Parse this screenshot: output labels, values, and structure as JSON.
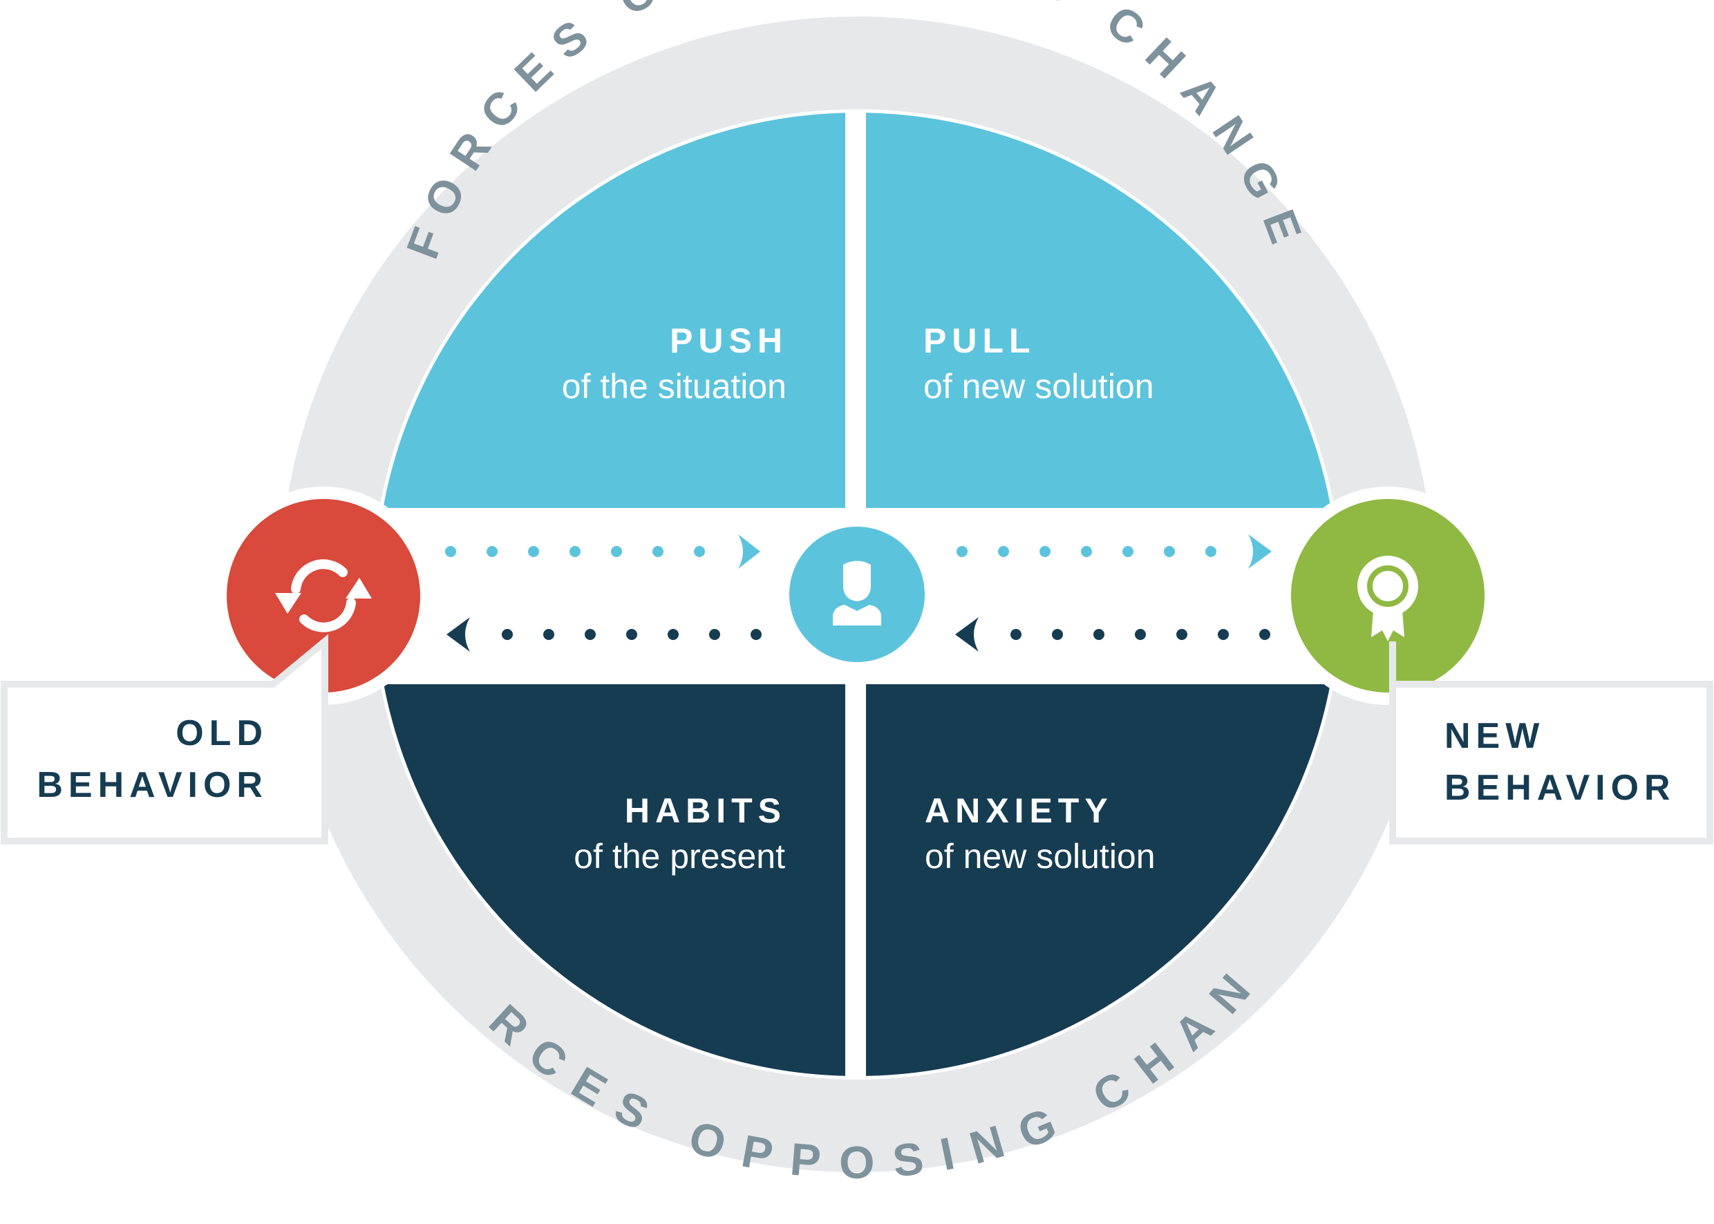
{
  "colors": {
    "outer_ring": "#e7e8ea",
    "compelling": "#5cc3dc",
    "opposing": "#163c52",
    "old_behavior": "#d9493c",
    "new_behavior": "#8fb942",
    "ring_text": "#7e929c",
    "white": "#ffffff"
  },
  "ring": {
    "top_label": "FORCES COMPELLING CHANGE",
    "bottom_label": "FORCES OPPOSING CHANGE"
  },
  "quadrants": {
    "push": {
      "title": "PUSH",
      "subtitle": "of the situation"
    },
    "pull": {
      "title": "PULL",
      "subtitle": "of new solution"
    },
    "habits": {
      "title": "HABITS",
      "subtitle": "of the present"
    },
    "anxiety": {
      "title": "ANXIETY",
      "subtitle": "of new solution"
    }
  },
  "old_behavior": {
    "line1": "OLD",
    "line2": "BEHAVIOR",
    "icon": "refresh-arrows-icon"
  },
  "new_behavior": {
    "line1": "NEW",
    "line2": "BEHAVIOR",
    "icon": "award-ribbon-icon"
  },
  "center": {
    "icon": "person-icon"
  }
}
